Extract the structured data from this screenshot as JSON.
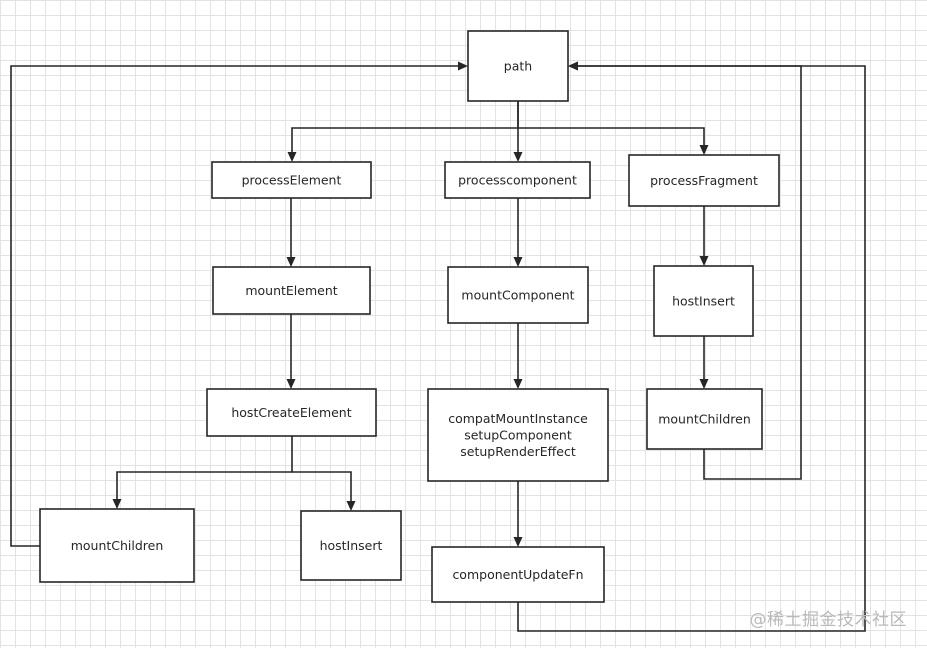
{
  "diagram": {
    "nodes": [
      {
        "id": "path",
        "label": "path"
      },
      {
        "id": "processElement",
        "label": "processElement"
      },
      {
        "id": "processcomponent",
        "label": "processcomponent"
      },
      {
        "id": "processFragment",
        "label": "processFragment"
      },
      {
        "id": "mountElement",
        "label": "mountElement"
      },
      {
        "id": "mountComponent",
        "label": "mountComponent"
      },
      {
        "id": "hostInsertFragment",
        "label": "hostInsert"
      },
      {
        "id": "hostCreateElement",
        "label": "hostCreateElement"
      },
      {
        "id": "compatMountInstance",
        "lines": [
          "compatMountInstance",
          "setupComponent",
          "setupRenderEffect"
        ]
      },
      {
        "id": "mountChildrenFragment",
        "label": "mountChildren"
      },
      {
        "id": "mountChildrenElement",
        "label": "mountChildren"
      },
      {
        "id": "hostInsertElement",
        "label": "hostInsert"
      },
      {
        "id": "componentUpdateFn",
        "label": "componentUpdateFn"
      }
    ],
    "edges": [
      {
        "from": "path",
        "to": "processElement"
      },
      {
        "from": "path",
        "to": "processcomponent"
      },
      {
        "from": "path",
        "to": "processFragment"
      },
      {
        "from": "processElement",
        "to": "mountElement"
      },
      {
        "from": "mountElement",
        "to": "hostCreateElement"
      },
      {
        "from": "hostCreateElement",
        "to": "mountChildrenElement"
      },
      {
        "from": "hostCreateElement",
        "to": "hostInsertElement"
      },
      {
        "from": "mountChildrenElement",
        "to": "path"
      },
      {
        "from": "processcomponent",
        "to": "mountComponent"
      },
      {
        "from": "mountComponent",
        "to": "compatMountInstance"
      },
      {
        "from": "compatMountInstance",
        "to": "componentUpdateFn"
      },
      {
        "from": "componentUpdateFn",
        "to": "path"
      },
      {
        "from": "processFragment",
        "to": "hostInsertFragment"
      },
      {
        "from": "hostInsertFragment",
        "to": "mountChildrenFragment"
      },
      {
        "from": "mountChildrenFragment",
        "to": "path"
      }
    ]
  },
  "watermark": "@稀土掘金技术社区"
}
